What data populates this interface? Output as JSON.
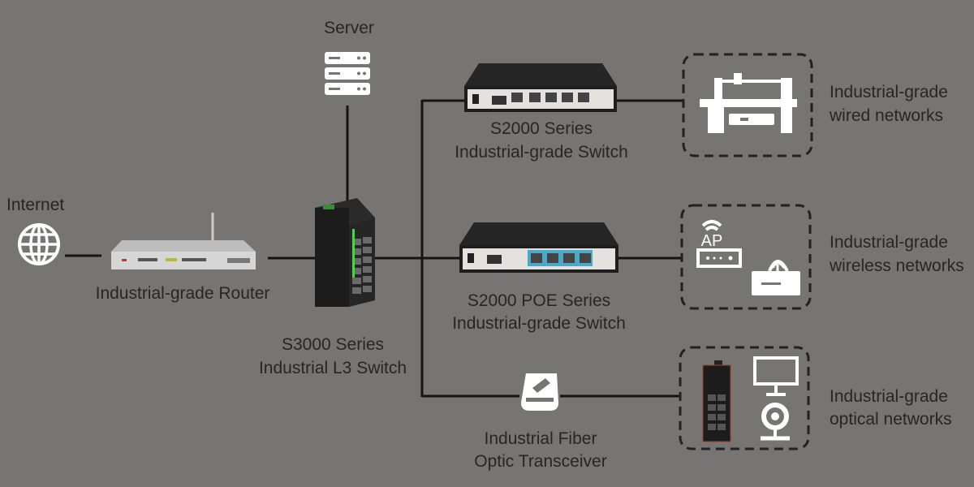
{
  "nodes": {
    "internet": {
      "label": "Internet",
      "icon": "globe-icon"
    },
    "router": {
      "label": "Industrial-grade Router",
      "icon": "router-icon"
    },
    "server": {
      "label": "Server",
      "icon": "server-icon"
    },
    "core_switch": {
      "label_line1": "S3000 Series",
      "label_line2": "Industrial L3 Switch"
    },
    "s2000": {
      "label_line1": "S2000 Series",
      "label_line2": "Industrial-grade Switch"
    },
    "s2000_poe": {
      "label_line1": "S2000 POE Series",
      "label_line2": "Industrial-grade Switch"
    },
    "fiber": {
      "label_line1": "Industrial Fiber",
      "label_line2": "Optic Transceiver",
      "icon": "fiber-transceiver-icon"
    },
    "wired": {
      "label_line1": "Industrial-grade",
      "label_line2": "wired networks",
      "icon": "industrial-robot-icon"
    },
    "wireless": {
      "label_line1": "Industrial-grade",
      "label_line2": "wireless networks",
      "ap_text": "AP",
      "icon": "access-point-icon"
    },
    "optical": {
      "label_line1": "Industrial-grade",
      "label_line2": "optical networks",
      "icon": "camera-monitor-icon"
    }
  },
  "colors": {
    "background": "#777474",
    "text": "#262626",
    "lines": "#141414",
    "icons": "#ffffff"
  }
}
